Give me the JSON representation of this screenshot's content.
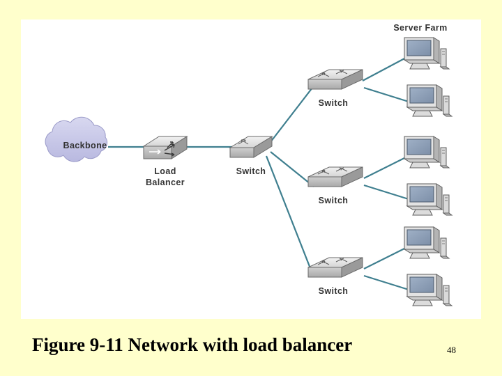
{
  "slide": {
    "caption": "Figure 9-11 Network with load balancer",
    "page_number": "48",
    "background_color": "#ffffcc",
    "canvas_color": "#ffffff"
  },
  "diagram": {
    "type": "network-topology",
    "link_color": "#3f7f8f",
    "labels": {
      "backbone": "Backbone",
      "load_balancer_line1": "Load",
      "load_balancer_line2": "Balancer",
      "switch_main": "Switch",
      "switch_top": "Switch",
      "switch_middle": "Switch",
      "switch_bottom": "Switch",
      "server_farm": "Server Farm"
    },
    "nodes": [
      {
        "id": "backbone",
        "kind": "cloud",
        "label": "Backbone"
      },
      {
        "id": "load-balancer",
        "kind": "router",
        "label": "Load Balancer"
      },
      {
        "id": "switch-main",
        "kind": "switch",
        "label": "Switch"
      },
      {
        "id": "switch-top",
        "kind": "switch",
        "label": "Switch"
      },
      {
        "id": "switch-middle",
        "kind": "switch",
        "label": "Switch"
      },
      {
        "id": "switch-bottom",
        "kind": "switch",
        "label": "Switch"
      },
      {
        "id": "server-1",
        "kind": "computer"
      },
      {
        "id": "server-2",
        "kind": "computer"
      },
      {
        "id": "server-3",
        "kind": "computer"
      },
      {
        "id": "server-4",
        "kind": "computer"
      },
      {
        "id": "server-5",
        "kind": "computer"
      },
      {
        "id": "server-6",
        "kind": "computer"
      }
    ],
    "links": [
      {
        "from": "backbone",
        "to": "load-balancer"
      },
      {
        "from": "load-balancer",
        "to": "switch-main"
      },
      {
        "from": "switch-main",
        "to": "switch-top"
      },
      {
        "from": "switch-main",
        "to": "switch-middle"
      },
      {
        "from": "switch-main",
        "to": "switch-bottom"
      },
      {
        "from": "switch-top",
        "to": "server-1"
      },
      {
        "from": "switch-top",
        "to": "server-2"
      },
      {
        "from": "switch-middle",
        "to": "server-3"
      },
      {
        "from": "switch-middle",
        "to": "server-4"
      },
      {
        "from": "switch-bottom",
        "to": "server-5"
      },
      {
        "from": "switch-bottom",
        "to": "server-6"
      }
    ]
  }
}
